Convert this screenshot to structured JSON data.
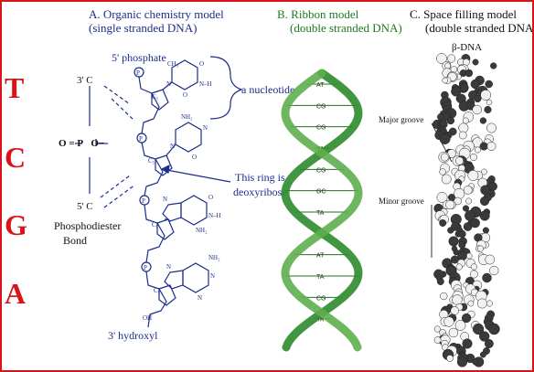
{
  "panels": {
    "a": {
      "title": "A. Organic chemistry model",
      "subtitle": "(single stranded DNA)"
    },
    "b": {
      "title": "B. Ribbon model",
      "subtitle": "(double stranded DNA)"
    },
    "c": {
      "title": "C. Space filling model",
      "subtitle": "(double stranded DNA)"
    }
  },
  "bases": [
    "T",
    "C",
    "G",
    "A"
  ],
  "chemistry_labels": {
    "five_phosphate": "5' phosphate",
    "nucleotide": "a nucleotide",
    "ring_note_1": "This ring is",
    "ring_note_2": "deoxyribose",
    "bond_1": "Phosphodiester",
    "bond_2": "Bond",
    "three_hydroxyl": "3' hydroxyl",
    "three_c": "3' C",
    "five_c": "5' C",
    "phosphate_o_left": "O",
    "phosphate_p": "P",
    "phosphate_o_right": "O",
    "phosphate_minus": "−"
  },
  "ribbon_pairs": [
    "AT",
    "CG",
    "CG",
    "TA",
    "CG",
    "GC",
    "TA",
    "AT",
    "AT",
    "TA",
    "CG",
    "TA"
  ],
  "space_fill": {
    "title": "β-DNA",
    "major_groove": "Major groove",
    "minor_groove": "Minor groove"
  },
  "colors": {
    "frame": "#d8141a",
    "bases": "#d8141a",
    "chem_text": "#1d2d8a",
    "ribbon": "#2e8b2e"
  }
}
